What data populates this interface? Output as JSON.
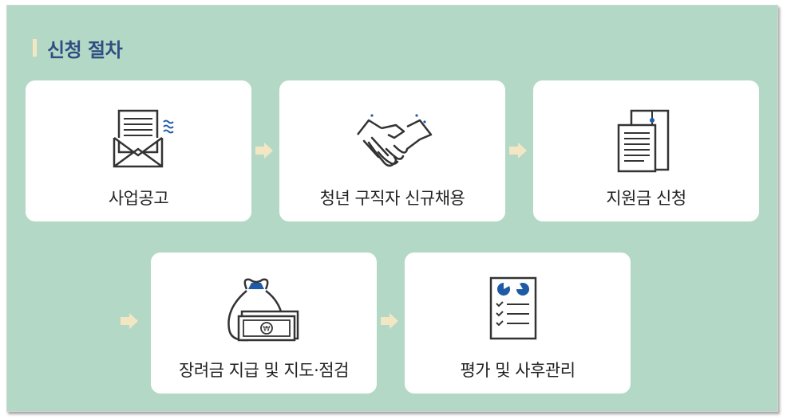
{
  "heading": "신청 절차",
  "steps": [
    {
      "label": "사업공고",
      "icon": "envelope-document-icon"
    },
    {
      "label": "청년 구직자 신규채용",
      "icon": "handshake-icon"
    },
    {
      "label": "지원금 신청",
      "icon": "document-folder-icon"
    },
    {
      "label": "장려금 지급 및 지도·점검",
      "icon": "money-bag-icon"
    },
    {
      "label": "평가 및 사후관리",
      "icon": "report-checklist-icon"
    }
  ],
  "colors": {
    "background": "#b4d8c6",
    "accent": "#2f4f82",
    "arrow": "#f3e7c3",
    "icon_blue": "#1f5aa6"
  }
}
